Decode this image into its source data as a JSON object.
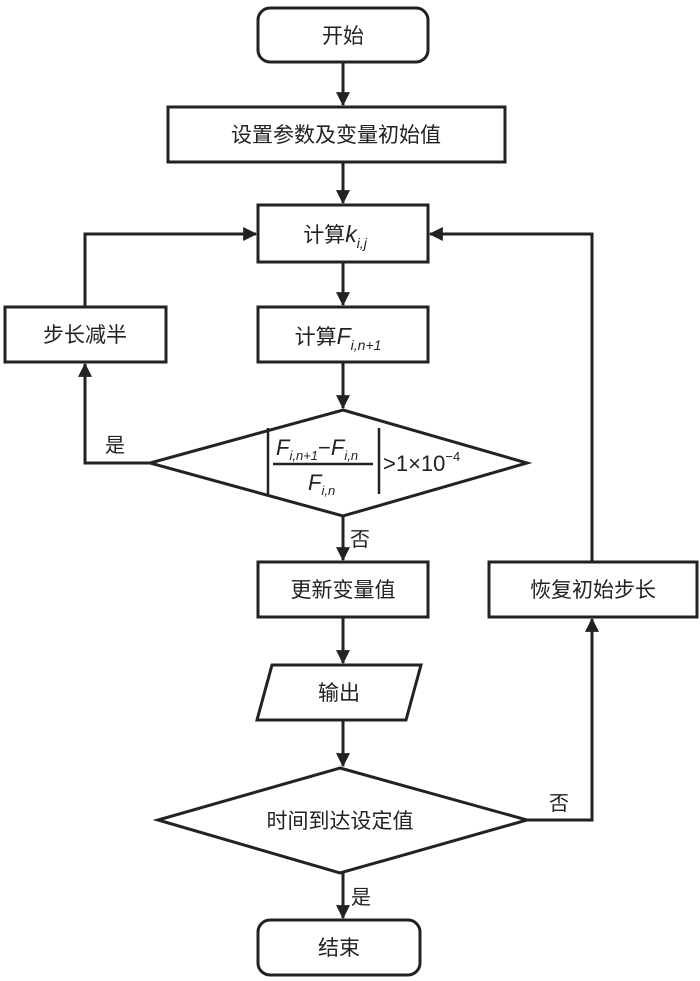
{
  "diagram": {
    "type": "flowchart",
    "nodes": {
      "start": {
        "label": "开始",
        "shape": "terminal"
      },
      "init": {
        "label": "设置参数及变量初始值",
        "shape": "process"
      },
      "calc_k": {
        "label_prefix": "计算",
        "var": "k",
        "sub": "i,j",
        "shape": "process"
      },
      "halve_step": {
        "label": "步长减半",
        "shape": "process"
      },
      "calc_f": {
        "label_prefix": "计算",
        "var": "F",
        "sub": "i,n+1",
        "shape": "process"
      },
      "check_error": {
        "shape": "decision",
        "numerator_var1": "F",
        "numerator_sub1": "i,n+1",
        "minus": "−",
        "numerator_var2": "F",
        "numerator_sub2": "i,n",
        "denominator_var": "F",
        "denominator_sub": "i,n",
        "comparison": ">1×10",
        "exponent": "−4"
      },
      "update": {
        "label": "更新变量值",
        "shape": "process"
      },
      "restore_step": {
        "label": "恢复初始步长",
        "shape": "process"
      },
      "output": {
        "label": "输出",
        "shape": "io"
      },
      "check_time": {
        "label": "时间到达设定值",
        "shape": "decision"
      },
      "end": {
        "label": "结束",
        "shape": "terminal"
      }
    },
    "edge_labels": {
      "error_yes": "是",
      "error_no": "否",
      "time_no": "否",
      "time_yes": "是"
    },
    "edges": [
      {
        "from": "start",
        "to": "init"
      },
      {
        "from": "init",
        "to": "calc_k"
      },
      {
        "from": "calc_k",
        "to": "calc_f"
      },
      {
        "from": "calc_f",
        "to": "check_error"
      },
      {
        "from": "check_error",
        "to": "halve_step",
        "label": "是"
      },
      {
        "from": "halve_step",
        "to": "calc_k"
      },
      {
        "from": "check_error",
        "to": "update",
        "label": "否"
      },
      {
        "from": "update",
        "to": "output"
      },
      {
        "from": "output",
        "to": "check_time"
      },
      {
        "from": "check_time",
        "to": "restore_step",
        "label": "否"
      },
      {
        "from": "restore_step",
        "to": "calc_k"
      },
      {
        "from": "check_time",
        "to": "end",
        "label": "是"
      }
    ],
    "colors": {
      "stroke": "#222222",
      "fill": "#ffffff",
      "text": "#222222"
    }
  }
}
